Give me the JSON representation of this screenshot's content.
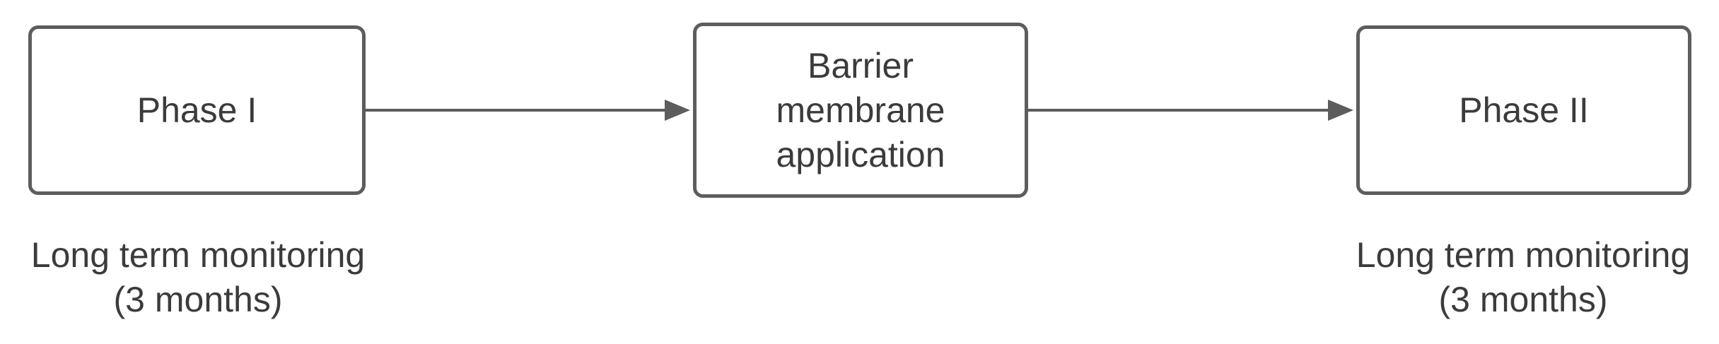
{
  "diagram": {
    "nodes": [
      {
        "id": "phase-1",
        "label": "Phase I"
      },
      {
        "id": "barrier",
        "label": "Barrier\nmembrane\napplication"
      },
      {
        "id": "phase-2",
        "label": "Phase II"
      }
    ],
    "captions": {
      "phase_1": {
        "line1": "Long term monitoring",
        "line2": "(3 months)"
      },
      "phase_2": {
        "line1": "Long term monitoring",
        "line2": "(3 months)"
      }
    },
    "edges": [
      {
        "from": "phase-1",
        "to": "barrier"
      },
      {
        "from": "barrier",
        "to": "phase-2"
      }
    ],
    "colors": {
      "stroke": "#5d5d5d",
      "text": "#3b3b3b",
      "background": "#ffffff"
    }
  }
}
